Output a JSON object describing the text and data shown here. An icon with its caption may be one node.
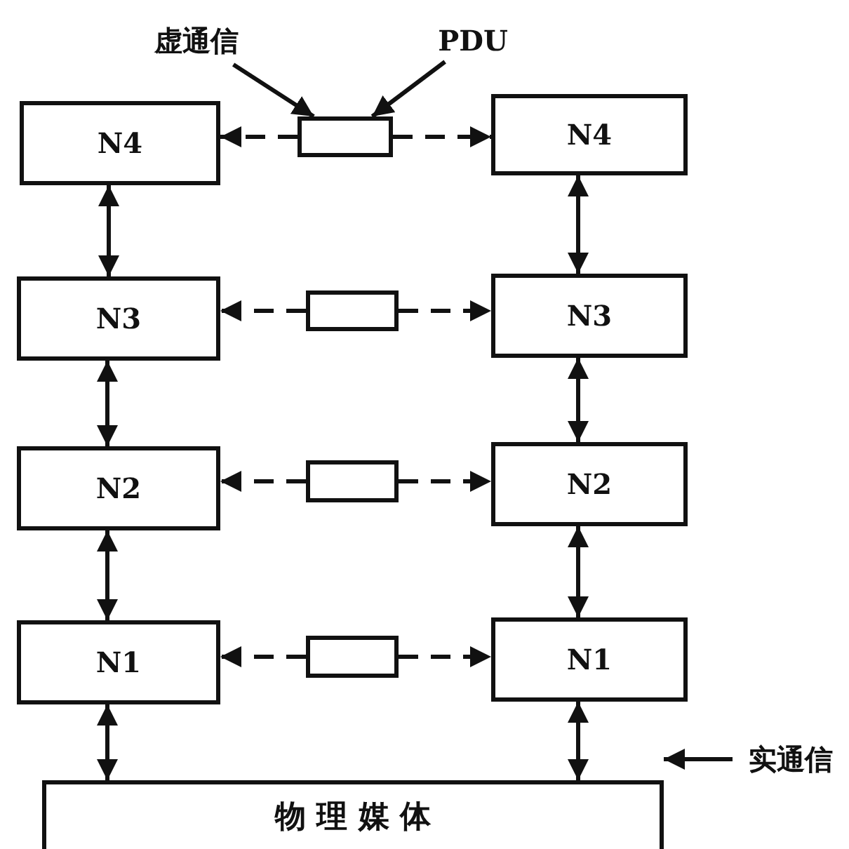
{
  "diagram": {
    "nodes": [
      {
        "text": [
          "虚通信"
        ]
      },
      {
        "text": [
          "PDU"
        ]
      },
      {
        "text": [
          "N4"
        ]
      },
      {
        "text": [],
        "shape": "box"
      },
      {
        "text": [
          "N4"
        ]
      },
      {
        "text": [
          "N3"
        ]
      },
      {
        "text": [],
        "shape": "box"
      },
      {
        "text": [
          "N3"
        ]
      },
      {
        "text": [
          "N2"
        ]
      },
      {
        "text": [],
        "shape": "box"
      },
      {
        "text": [
          "N2"
        ]
      },
      {
        "text": [
          "N1"
        ]
      },
      {
        "text": [],
        "shape": "box"
      },
      {
        "text": [
          "N1"
        ]
      },
      {
        "text": [
          "实通信"
        ]
      },
      {
        "text": [
          "物 理 媒 体"
        ]
      }
    ],
    "edges": [
      {
        "from": 0,
        "to": 3,
        "arrow": "to"
      },
      {
        "from": 1,
        "to": 3,
        "arrow": "to"
      },
      {
        "from": 3,
        "to": 2,
        "arrow": "to",
        "style": "dashed"
      },
      {
        "from": 3,
        "to": 4,
        "arrow": "to",
        "style": "dashed"
      },
      {
        "from": 2,
        "to": 5,
        "arrow": "both"
      },
      {
        "from": 4,
        "to": 7,
        "arrow": "both"
      },
      {
        "from": 6,
        "to": 5,
        "arrow": "to",
        "style": "dashed"
      },
      {
        "from": 6,
        "to": 7,
        "arrow": "to",
        "style": "dashed"
      },
      {
        "from": 5,
        "to": 8,
        "arrow": "both"
      },
      {
        "from": 7,
        "to": 10,
        "arrow": "both"
      },
      {
        "from": 9,
        "to": 8,
        "arrow": "to",
        "style": "dashed"
      },
      {
        "from": 9,
        "to": 10,
        "arrow": "to",
        "style": "dashed"
      },
      {
        "from": 8,
        "to": 11,
        "arrow": "both"
      },
      {
        "from": 10,
        "to": 13,
        "arrow": "both"
      },
      {
        "from": 12,
        "to": 11,
        "arrow": "to",
        "style": "dashed"
      },
      {
        "from": 12,
        "to": 13,
        "arrow": "to",
        "style": "dashed"
      },
      {
        "from": 11,
        "to": 15,
        "arrow": "both"
      },
      {
        "from": 13,
        "to": 15,
        "arrow": "both"
      },
      {
        "from": 14,
        "to": 15,
        "arrow": "to"
      }
    ]
  }
}
